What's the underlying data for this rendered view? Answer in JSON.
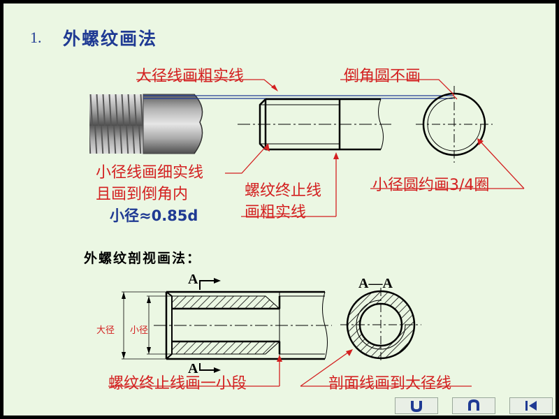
{
  "title": {
    "number": "1.",
    "text": "外螺纹画法"
  },
  "labels": {
    "major_thick": "大径线画粗实线",
    "chamfer_circle": "倒角圆不画",
    "minor_thin_1": "小径线画细实线",
    "minor_thin_2": "且画到倒角内",
    "minor_ratio": "小径≈0.85d",
    "thread_end_1": "螺纹终止线",
    "thread_end_2": "画粗实线",
    "minor_circle": "小径圆约画3/4圈"
  },
  "section": {
    "title": "外螺纹剖视画法：",
    "cut_a_top": "A",
    "cut_a_bottom": "A",
    "cut_view_label": "A—A",
    "dim_major": "大径",
    "dim_minor": "小径",
    "note_thread_end": "螺纹终止线画一小段",
    "note_hatch": "剖面线画到大径线"
  },
  "nav": {
    "buttons": [
      {
        "name": "nav-return-button",
        "icon": "u-turn-icon"
      },
      {
        "name": "nav-back-button",
        "icon": "n-arch-icon"
      },
      {
        "name": "nav-first-button",
        "icon": "skip-to-start-icon"
      }
    ]
  },
  "colors": {
    "background": "#ebf7e3",
    "frame": "#000000",
    "accent_red": "#d32020",
    "accent_blue": "#1f3a93"
  }
}
